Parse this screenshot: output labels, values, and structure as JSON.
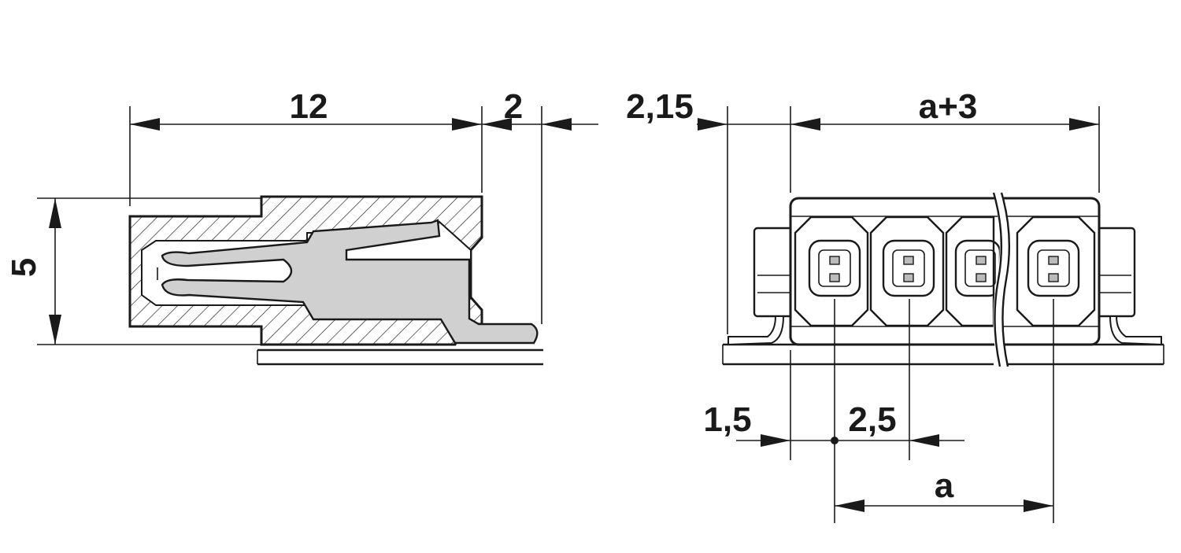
{
  "side_view": {
    "dim_length": "12",
    "dim_pin": "2",
    "dim_height": "5"
  },
  "front_view": {
    "dim_offset_top": "2,15",
    "dim_width": "a+3",
    "dim_edge": "1,5",
    "dim_pitch": "2,5",
    "dim_span": "a"
  },
  "colors": {
    "line": "#1a1a1a",
    "contact_fill": "#d0d0d0"
  }
}
